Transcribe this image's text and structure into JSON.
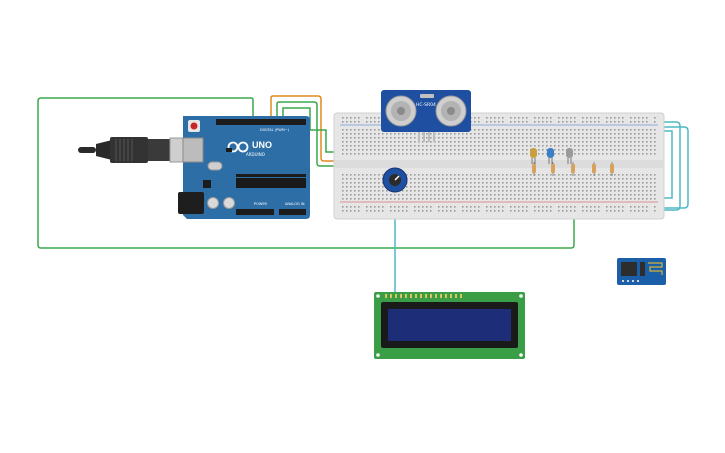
{
  "canvas": {
    "background": "#ffffff"
  },
  "arduino": {
    "model_label": "UNO",
    "brand_label": "ARDUINO",
    "digital_header_label": "DIGITAL (PWM~)",
    "power_label": "POWER",
    "analog_label": "ANALOG IN",
    "board_color": "#2e6ea6"
  },
  "ultrasonic_sensor": {
    "label": "HC-SR04",
    "board_color": "#1f4fa0"
  },
  "lcd": {
    "board_color": "#3a9e46",
    "screen_color": "#1d2d78"
  },
  "wifi_module": {
    "board_color": "#1a5fa8"
  },
  "breadboard": {
    "color": "#e6e6e6"
  },
  "wires": {
    "green": "#3aa84a",
    "orange": "#e08a1e",
    "teal": "#4fb8c4",
    "yellow": "#d8c23a"
  },
  "leds": [
    {
      "color": "#c8a040"
    },
    {
      "color": "#3a7fc8"
    },
    {
      "color": "#9a9a9a"
    }
  ]
}
